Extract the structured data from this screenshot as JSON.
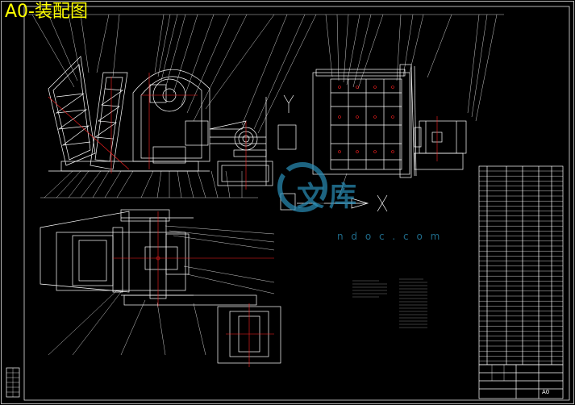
{
  "title": "A0-装配图",
  "watermark": {
    "cn": "文库",
    "url": "n d o c . c o m"
  },
  "sheet_size": "A0",
  "colors": {
    "background": "#000000",
    "lines": "#ffffff",
    "title": "#ffff00",
    "center_lines": "#ff2020",
    "leaders": "#00e5ff",
    "watermark": "#2a8fb8"
  },
  "icons": [
    "watermark-logo-icon"
  ]
}
